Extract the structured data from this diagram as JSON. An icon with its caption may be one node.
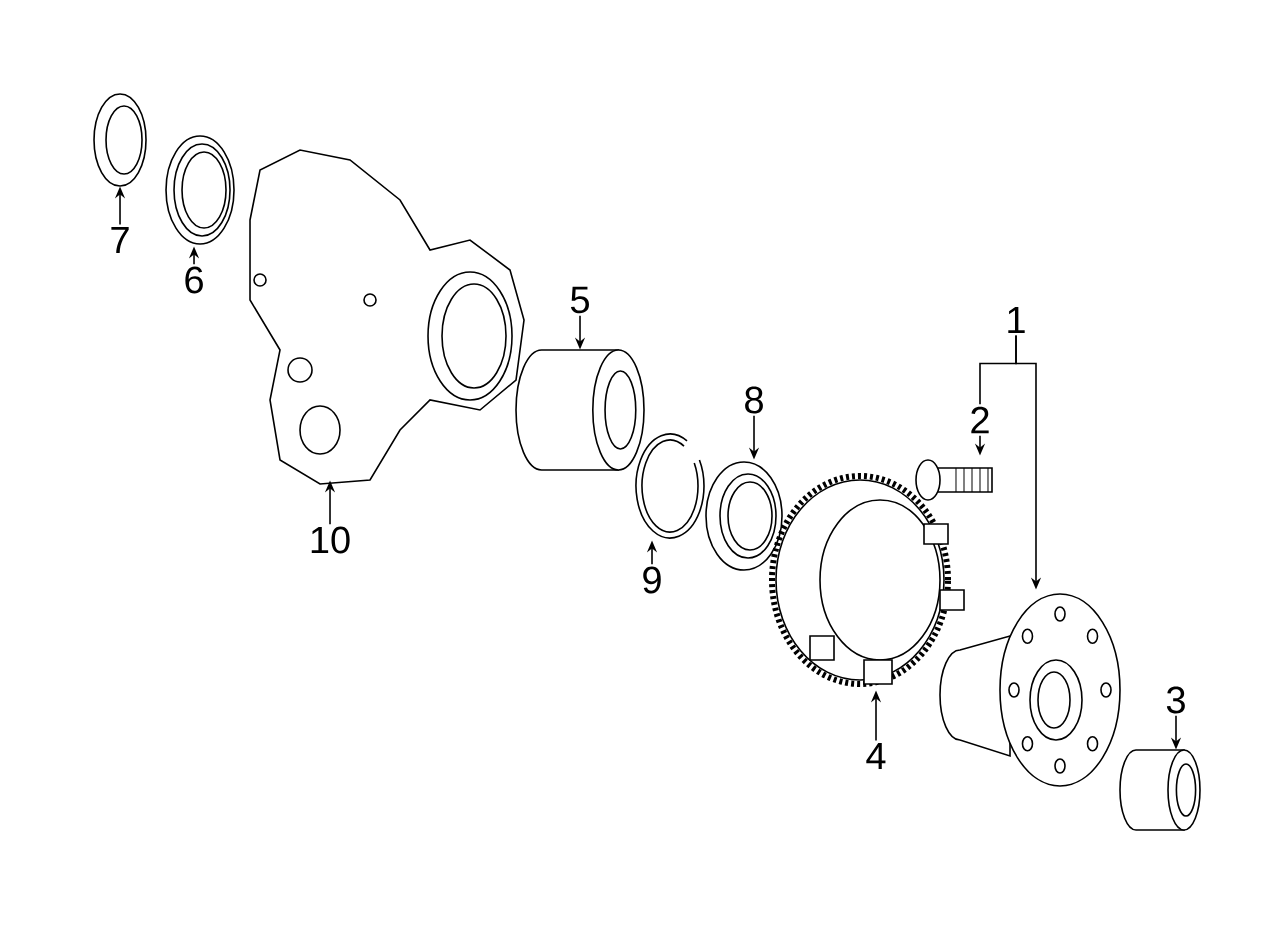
{
  "diagram": {
    "nodes": [
      {
        "text": [
          "7"
        ]
      },
      {
        "text": [
          "6"
        ]
      },
      {
        "text": [
          "5"
        ]
      },
      {
        "text": [
          "10"
        ]
      },
      {
        "text": [
          "8"
        ]
      },
      {
        "text": [
          "9"
        ]
      },
      {
        "text": [
          "1"
        ]
      },
      {
        "text": [
          "2"
        ]
      },
      {
        "text": [
          "4"
        ]
      },
      {
        "text": [
          "3"
        ]
      },
      {
        "text": [],
        "shape": "picture"
      },
      {
        "text": [],
        "shape": "picture"
      },
      {
        "text": [],
        "shape": "picture"
      },
      {
        "text": [],
        "shape": "cylinder"
      },
      {
        "text": [],
        "shape": "picture"
      },
      {
        "text": [],
        "shape": "picture"
      },
      {
        "text": [],
        "shape": "picture"
      },
      {
        "text": [],
        "shape": "picture"
      },
      {
        "text": [],
        "shape": "picture"
      },
      {
        "text": [],
        "shape": "cylinder"
      }
    ],
    "edges": [
      {
        "from": 0,
        "to": 10,
        "arrow": "to"
      },
      {
        "from": 1,
        "to": 11,
        "arrow": "to"
      },
      {
        "from": 2,
        "to": 13,
        "arrow": "to"
      },
      {
        "from": 3,
        "to": 12,
        "arrow": "to"
      },
      {
        "from": 4,
        "to": 15,
        "arrow": "to"
      },
      {
        "from": 5,
        "to": 14,
        "arrow": "to"
      },
      {
        "from": 6,
        "to": 18,
        "arrow": "to"
      },
      {
        "from": 6,
        "to": 7,
        "arrow": "none"
      },
      {
        "from": 7,
        "to": 17,
        "arrow": "to"
      },
      {
        "from": 8,
        "to": 16,
        "arrow": "to"
      },
      {
        "from": 9,
        "to": 19,
        "arrow": "to"
      }
    ]
  }
}
